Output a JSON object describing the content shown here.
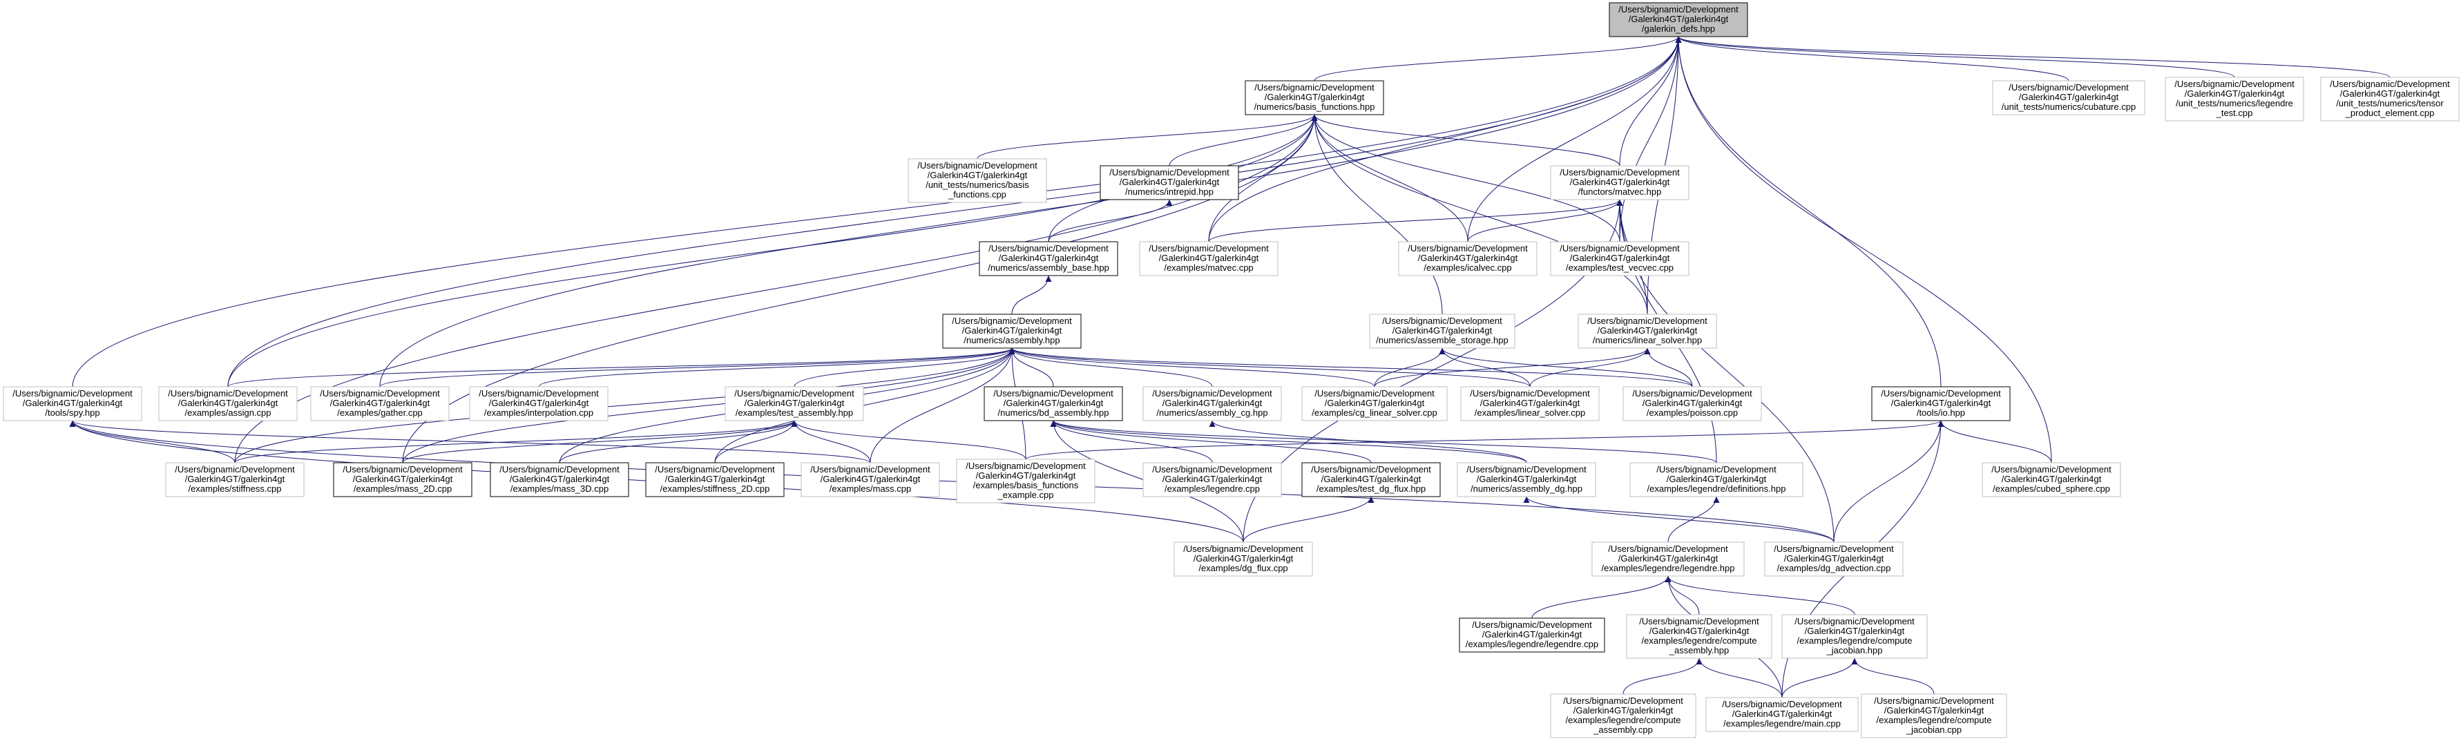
{
  "colors": {
    "edge": "#191970",
    "focus_fill": "#bfbfbf",
    "strong_border": "#000000",
    "weak_border": "#bfbfbf",
    "text": "#000000",
    "background": "#ffffff"
  },
  "nodes": {
    "galerkin_defs": {
      "lines": [
        "/Users/bignamic/Development",
        "/Galerkin4GT/galerkin4gt",
        "/galerkin_defs.hpp"
      ],
      "style": "focus"
    },
    "basis_functions": {
      "lines": [
        "/Users/bignamic/Development",
        "/Galerkin4GT/galerkin4gt",
        "/numerics/basis_functions.hpp"
      ],
      "style": "strong"
    },
    "ut_basis_functions": {
      "lines": [
        "/Users/bignamic/Development",
        "/Galerkin4GT/galerkin4gt",
        "/unit_tests/numerics/basis",
        "_functions.cpp"
      ],
      "style": "weak"
    },
    "intrepid": {
      "lines": [
        "/Users/bignamic/Development",
        "/Galerkin4GT/galerkin4gt",
        "/numerics/intrepid.hpp"
      ],
      "style": "strong"
    },
    "functors_matvec": {
      "lines": [
        "/Users/bignamic/Development",
        "/Galerkin4GT/galerkin4gt",
        "/functors/matvec.hpp"
      ],
      "style": "weak"
    },
    "ut_cubature": {
      "lines": [
        "/Users/bignamic/Development",
        "/Galerkin4GT/galerkin4gt",
        "/unit_tests/numerics/cubature.cpp"
      ],
      "style": "weak"
    },
    "ut_legendre": {
      "lines": [
        "/Users/bignamic/Development",
        "/Galerkin4GT/galerkin4gt",
        "/unit_tests/numerics/legendre",
        "_test.cpp"
      ],
      "style": "weak"
    },
    "ut_tensor": {
      "lines": [
        "/Users/bignamic/Development",
        "/Galerkin4GT/galerkin4gt",
        "/unit_tests/numerics/tensor",
        "_product_element.cpp"
      ],
      "style": "weak"
    },
    "assembly_base": {
      "lines": [
        "/Users/bignamic/Development",
        "/Galerkin4GT/galerkin4gt",
        "/numerics/assembly_base.hpp"
      ],
      "style": "strong"
    },
    "ex_matvec": {
      "lines": [
        "/Users/bignamic/Development",
        "/Galerkin4GT/galerkin4gt",
        "/examples/matvec.cpp"
      ],
      "style": "weak"
    },
    "ex_icalvec": {
      "lines": [
        "/Users/bignamic/Development",
        "/Galerkin4GT/galerkin4gt",
        "/examples/icalvec.cpp"
      ],
      "style": "weak"
    },
    "ex_test_vecvec": {
      "lines": [
        "/Users/bignamic/Development",
        "/Galerkin4GT/galerkin4gt",
        "/examples/test_vecvec.cpp"
      ],
      "style": "weak"
    },
    "assembly": {
      "lines": [
        "/Users/bignamic/Development",
        "/Galerkin4GT/galerkin4gt",
        "/numerics/assembly.hpp"
      ],
      "style": "strong"
    },
    "assemble_storage": {
      "lines": [
        "/Users/bignamic/Development",
        "/Galerkin4GT/galerkin4gt",
        "/numerics/assemble_storage.hpp"
      ],
      "style": "weak"
    },
    "linear_solver": {
      "lines": [
        "/Users/bignamic/Development",
        "/Galerkin4GT/galerkin4gt",
        "/numerics/linear_solver.hpp"
      ],
      "style": "weak"
    },
    "tools_io": {
      "lines": [
        "/Users/bignamic/Development",
        "/Galerkin4GT/galerkin4gt",
        "/tools/io.hpp"
      ],
      "style": "strong"
    },
    "tools_spy": {
      "lines": [
        "/Users/bignamic/Development",
        "/Galerkin4GT/galerkin4gt",
        "/tools/spy.hpp"
      ],
      "style": "weak"
    },
    "ex_assign": {
      "lines": [
        "/Users/bignamic/Development",
        "/Galerkin4GT/galerkin4gt",
        "/examples/assign.cpp"
      ],
      "style": "weak"
    },
    "ex_gather": {
      "lines": [
        "/Users/bignamic/Development",
        "/Galerkin4GT/galerkin4gt",
        "/examples/gather.cpp"
      ],
      "style": "weak"
    },
    "ex_interpolation": {
      "lines": [
        "/Users/bignamic/Development",
        "/Galerkin4GT/galerkin4gt",
        "/examples/interpolation.cpp"
      ],
      "style": "weak"
    },
    "ex_test_assembly": {
      "lines": [
        "/Users/bignamic/Development",
        "/Galerkin4GT/galerkin4gt",
        "/examples/test_assembly.hpp"
      ],
      "style": "weak"
    },
    "bd_assembly": {
      "lines": [
        "/Users/bignamic/Development",
        "/Galerkin4GT/galerkin4gt",
        "/numerics/bd_assembly.hpp"
      ],
      "style": "strong"
    },
    "assembly_cg": {
      "lines": [
        "/Users/bignamic/Development",
        "/Galerkin4GT/galerkin4gt",
        "/numerics/assembly_cg.hpp"
      ],
      "style": "weak"
    },
    "ex_cg_linear_solver": {
      "lines": [
        "/Users/bignamic/Development",
        "/Galerkin4GT/galerkin4gt",
        "/examples/cg_linear_solver.cpp"
      ],
      "style": "weak"
    },
    "ex_linear_solver": {
      "lines": [
        "/Users/bignamic/Development",
        "/Galerkin4GT/galerkin4gt",
        "/examples/linear_solver.cpp"
      ],
      "style": "weak"
    },
    "ex_poisson": {
      "lines": [
        "/Users/bignamic/Development",
        "/Galerkin4GT/galerkin4gt",
        "/examples/poisson.cpp"
      ],
      "style": "weak"
    },
    "ex_stiffness": {
      "lines": [
        "/Users/bignamic/Development",
        "/Galerkin4GT/galerkin4gt",
        "/examples/stiffness.cpp"
      ],
      "style": "weak"
    },
    "ex_mass_2d": {
      "lines": [
        "/Users/bignamic/Development",
        "/Galerkin4GT/galerkin4gt",
        "/examples/mass_2D.cpp"
      ],
      "style": "strong"
    },
    "ex_mass_3d": {
      "lines": [
        "/Users/bignamic/Development",
        "/Galerkin4GT/galerkin4gt",
        "/examples/mass_3D.cpp"
      ],
      "style": "strong"
    },
    "ex_stiffness_2d": {
      "lines": [
        "/Users/bignamic/Development",
        "/Galerkin4GT/galerkin4gt",
        "/examples/stiffness_2D.cpp"
      ],
      "style": "strong"
    },
    "ex_mass": {
      "lines": [
        "/Users/bignamic/Development",
        "/Galerkin4GT/galerkin4gt",
        "/examples/mass.cpp"
      ],
      "style": "weak"
    },
    "ex_basis_functions": {
      "lines": [
        "/Users/bignamic/Development",
        "/Galerkin4GT/galerkin4gt",
        "/examples/basis_functions",
        "_example.cpp"
      ],
      "style": "weak"
    },
    "ex_legendre": {
      "lines": [
        "/Users/bignamic/Development",
        "/Galerkin4GT/galerkin4gt",
        "/examples/legendre.cpp"
      ],
      "style": "weak"
    },
    "ex_test_dg_flux": {
      "lines": [
        "/Users/bignamic/Development",
        "/Galerkin4GT/galerkin4gt",
        "/examples/test_dg_flux.hpp"
      ],
      "style": "strong"
    },
    "assembly_dg": {
      "lines": [
        "/Users/bignamic/Development",
        "/Galerkin4GT/galerkin4gt",
        "/numerics/assembly_dg.hpp"
      ],
      "style": "weak"
    },
    "ex_leg_definitions": {
      "lines": [
        "/Users/bignamic/Development",
        "/Galerkin4GT/galerkin4gt",
        "/examples/legendre/definitions.hpp"
      ],
      "style": "weak"
    },
    "ex_cubed_sphere": {
      "lines": [
        "/Users/bignamic/Development",
        "/Galerkin4GT/galerkin4gt",
        "/examples/cubed_sphere.cpp"
      ],
      "style": "weak"
    },
    "ex_dg_flux": {
      "lines": [
        "/Users/bignamic/Development",
        "/Galerkin4GT/galerkin4gt",
        "/examples/dg_flux.cpp"
      ],
      "style": "weak"
    },
    "ex_leg_legendre_hpp": {
      "lines": [
        "/Users/bignamic/Development",
        "/Galerkin4GT/galerkin4gt",
        "/examples/legendre/legendre.hpp"
      ],
      "style": "weak"
    },
    "ex_dg_advection": {
      "lines": [
        "/Users/bignamic/Development",
        "/Galerkin4GT/galerkin4gt",
        "/examples/dg_advection.cpp"
      ],
      "style": "weak"
    },
    "ex_leg_legendre_cpp": {
      "lines": [
        "/Users/bignamic/Development",
        "/Galerkin4GT/galerkin4gt",
        "/examples/legendre/legendre.cpp"
      ],
      "style": "strong"
    },
    "ex_leg_compute_assembly_hpp": {
      "lines": [
        "/Users/bignamic/Development",
        "/Galerkin4GT/galerkin4gt",
        "/examples/legendre/compute",
        "_assembly.hpp"
      ],
      "style": "weak"
    },
    "ex_leg_compute_jacobian_hpp": {
      "lines": [
        "/Users/bignamic/Development",
        "/Galerkin4GT/galerkin4gt",
        "/examples/legendre/compute",
        "_jacobian.hpp"
      ],
      "style": "weak"
    },
    "ex_leg_compute_assembly_cpp": {
      "lines": [
        "/Users/bignamic/Development",
        "/Galerkin4GT/galerkin4gt",
        "/examples/legendre/compute",
        "_assembly.cpp"
      ],
      "style": "weak"
    },
    "ex_leg_main": {
      "lines": [
        "/Users/bignamic/Development",
        "/Galerkin4GT/galerkin4gt",
        "/examples/legendre/main.cpp"
      ],
      "style": "weak"
    },
    "ex_leg_compute_jacobian_cpp": {
      "lines": [
        "/Users/bignamic/Development",
        "/Galerkin4GT/galerkin4gt",
        "/examples/legendre/compute",
        "_jacobian.cpp"
      ],
      "style": "weak"
    }
  },
  "edges": [
    [
      "basis_functions",
      "galerkin_defs"
    ],
    [
      "functors_matvec",
      "galerkin_defs"
    ],
    [
      "ut_cubature",
      "galerkin_defs"
    ],
    [
      "ut_legendre",
      "galerkin_defs"
    ],
    [
      "ut_tensor",
      "galerkin_defs"
    ],
    [
      "ex_matvec",
      "galerkin_defs"
    ],
    [
      "ex_icalvec",
      "galerkin_defs"
    ],
    [
      "ex_test_vecvec",
      "galerkin_defs"
    ],
    [
      "linear_solver",
      "galerkin_defs"
    ],
    [
      "tools_io",
      "galerkin_defs"
    ],
    [
      "tools_spy",
      "galerkin_defs"
    ],
    [
      "ex_assign",
      "galerkin_defs"
    ],
    [
      "ex_gather",
      "galerkin_defs"
    ],
    [
      "ex_cubed_sphere",
      "galerkin_defs"
    ],
    [
      "ut_basis_functions",
      "basis_functions"
    ],
    [
      "intrepid",
      "basis_functions"
    ],
    [
      "functors_matvec",
      "basis_functions"
    ],
    [
      "assembly_base",
      "basis_functions"
    ],
    [
      "ex_matvec",
      "basis_functions"
    ],
    [
      "ex_icalvec",
      "basis_functions"
    ],
    [
      "ex_test_vecvec",
      "basis_functions"
    ],
    [
      "assemble_storage",
      "basis_functions"
    ],
    [
      "linear_solver",
      "basis_functions"
    ],
    [
      "ex_assign",
      "basis_functions"
    ],
    [
      "ex_stiffness",
      "basis_functions"
    ],
    [
      "ex_mass_2d",
      "basis_functions"
    ],
    [
      "assembly_base",
      "intrepid"
    ],
    [
      "assembly",
      "assembly_base"
    ],
    [
      "ex_matvec",
      "functors_matvec"
    ],
    [
      "ex_icalvec",
      "functors_matvec"
    ],
    [
      "ex_test_vecvec",
      "functors_matvec"
    ],
    [
      "linear_solver",
      "functors_matvec"
    ],
    [
      "ex_leg_definitions",
      "functors_matvec"
    ],
    [
      "ex_dg_flux",
      "functors_matvec"
    ],
    [
      "ex_dg_advection",
      "functors_matvec"
    ],
    [
      "ex_assign",
      "assembly"
    ],
    [
      "ex_gather",
      "assembly"
    ],
    [
      "ex_interpolation",
      "assembly"
    ],
    [
      "ex_test_assembly",
      "assembly"
    ],
    [
      "bd_assembly",
      "assembly"
    ],
    [
      "assembly_cg",
      "assembly"
    ],
    [
      "ex_cg_linear_solver",
      "assembly"
    ],
    [
      "ex_linear_solver",
      "assembly"
    ],
    [
      "ex_poisson",
      "assembly"
    ],
    [
      "ex_stiffness",
      "assembly"
    ],
    [
      "ex_mass_2d",
      "assembly"
    ],
    [
      "ex_mass_3d",
      "assembly"
    ],
    [
      "ex_stiffness_2d",
      "assembly"
    ],
    [
      "ex_mass",
      "assembly"
    ],
    [
      "ex_basis_functions",
      "assembly"
    ],
    [
      "ex_cg_linear_solver",
      "assemble_storage"
    ],
    [
      "ex_linear_solver",
      "assemble_storage"
    ],
    [
      "ex_poisson",
      "assemble_storage"
    ],
    [
      "ex_cg_linear_solver",
      "linear_solver"
    ],
    [
      "ex_linear_solver",
      "linear_solver"
    ],
    [
      "ex_poisson",
      "linear_solver"
    ],
    [
      "ex_basis_functions",
      "tools_io"
    ],
    [
      "ex_cubed_sphere",
      "tools_io"
    ],
    [
      "ex_dg_advection",
      "tools_io"
    ],
    [
      "ex_leg_main",
      "tools_io"
    ],
    [
      "ex_stiffness",
      "tools_spy"
    ],
    [
      "ex_mass",
      "tools_spy"
    ],
    [
      "ex_dg_flux",
      "tools_spy"
    ],
    [
      "ex_dg_advection",
      "tools_spy"
    ],
    [
      "ex_stiffness",
      "ex_test_assembly"
    ],
    [
      "ex_mass_2d",
      "ex_test_assembly"
    ],
    [
      "ex_mass_3d",
      "ex_test_assembly"
    ],
    [
      "ex_stiffness_2d",
      "ex_test_assembly"
    ],
    [
      "ex_mass",
      "ex_test_assembly"
    ],
    [
      "ex_basis_functions",
      "ex_test_assembly"
    ],
    [
      "ex_legendre",
      "bd_assembly"
    ],
    [
      "ex_test_dg_flux",
      "bd_assembly"
    ],
    [
      "assembly_dg",
      "bd_assembly"
    ],
    [
      "ex_dg_flux",
      "bd_assembly"
    ],
    [
      "ex_leg_definitions",
      "bd_assembly"
    ],
    [
      "assembly_dg",
      "assembly_cg"
    ],
    [
      "ex_dg_flux",
      "ex_test_dg_flux"
    ],
    [
      "ex_dg_advection",
      "assembly_dg"
    ],
    [
      "ex_leg_legendre_hpp",
      "ex_leg_definitions"
    ],
    [
      "ex_leg_legendre_cpp",
      "ex_leg_legendre_hpp"
    ],
    [
      "ex_leg_compute_assembly_hpp",
      "ex_leg_legendre_hpp"
    ],
    [
      "ex_leg_compute_jacobian_hpp",
      "ex_leg_legendre_hpp"
    ],
    [
      "ex_leg_main",
      "ex_leg_legendre_hpp"
    ],
    [
      "ex_leg_compute_assembly_cpp",
      "ex_leg_compute_assembly_hpp"
    ],
    [
      "ex_leg_main",
      "ex_leg_compute_assembly_hpp"
    ],
    [
      "ex_leg_main",
      "ex_leg_compute_jacobian_hpp"
    ],
    [
      "ex_leg_compute_jacobian_cpp",
      "ex_leg_compute_jacobian_hpp"
    ]
  ]
}
